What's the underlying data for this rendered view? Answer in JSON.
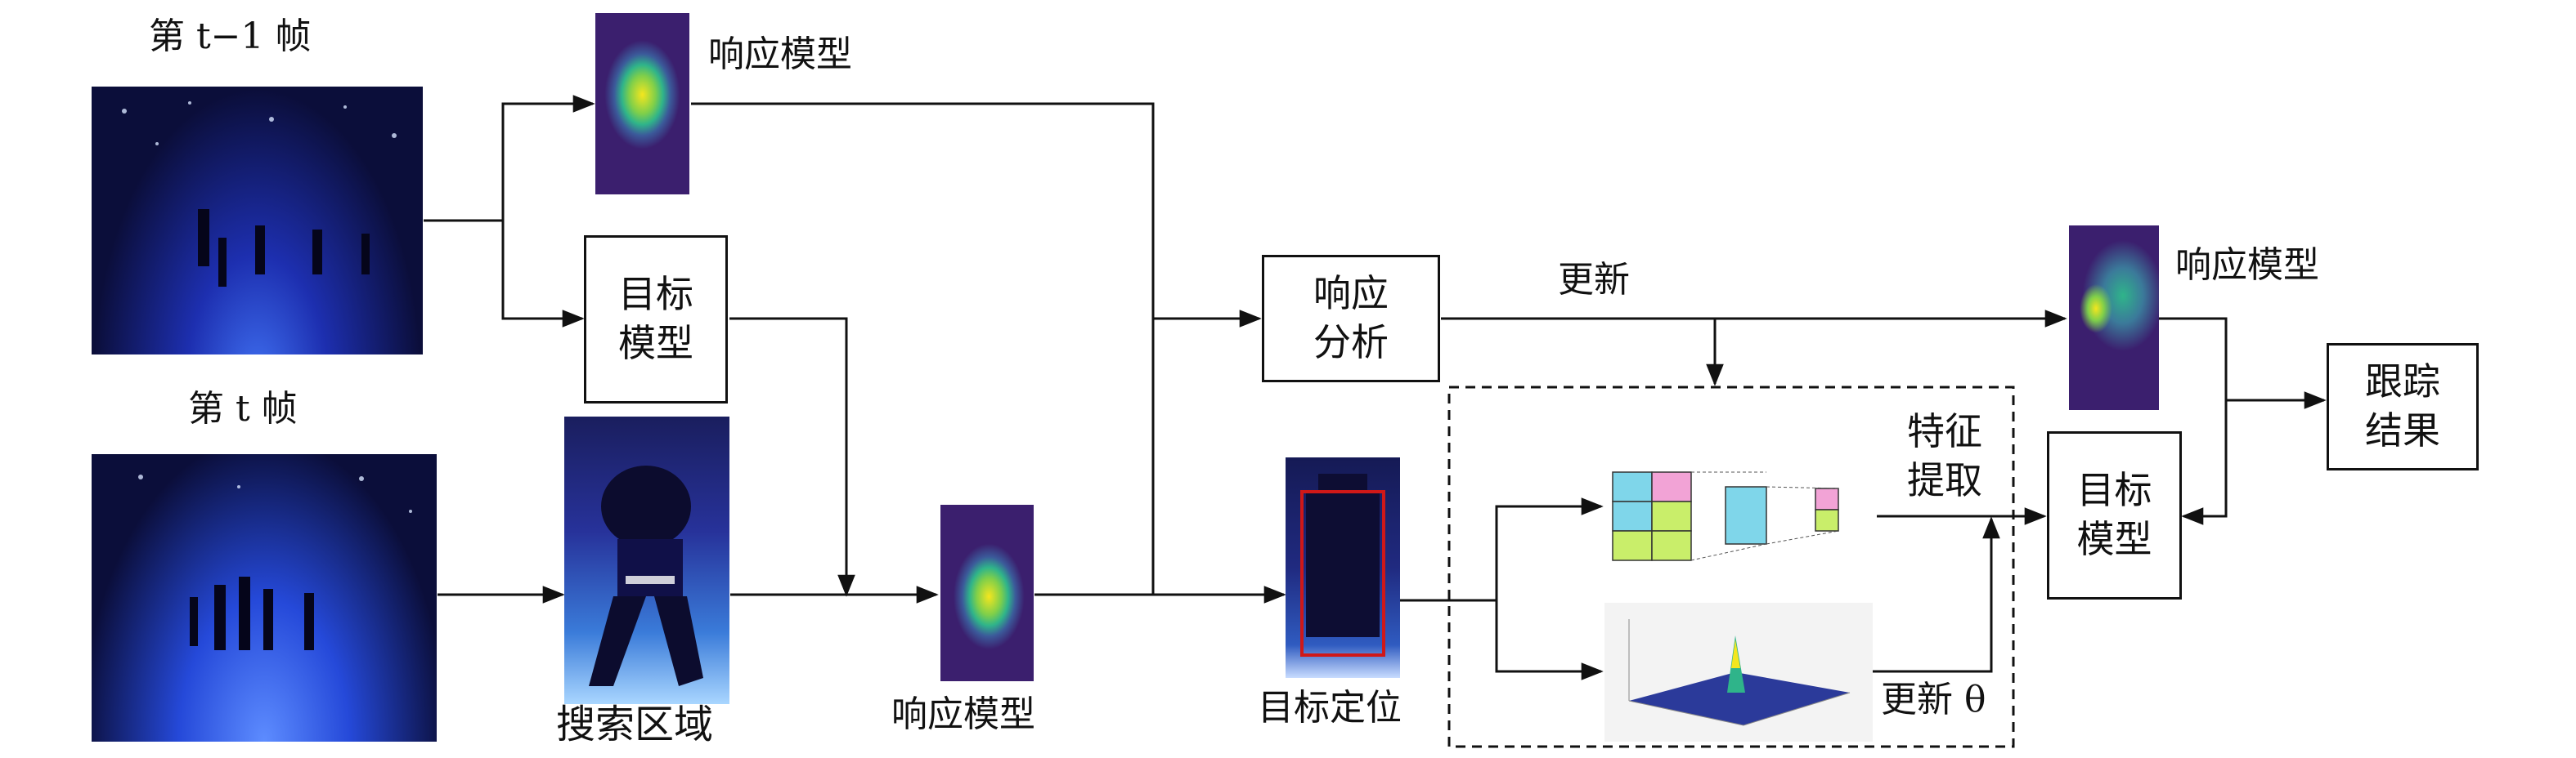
{
  "labels": {
    "frame_prev": "第 t−1 帧",
    "frame_cur": "第 t 帧",
    "response_model_top": "响应模型",
    "search_region": "搜索区域",
    "response_model_bottom": "响应模型",
    "target_localization": "目标定位",
    "update": "更新",
    "response_model_right": "响应模型",
    "update_theta": "更新 θ"
  },
  "boxes": {
    "target_model_left": [
      "目标",
      "模型"
    ],
    "response_analysis": [
      "响应",
      "分析"
    ],
    "feature_extraction": [
      "特征",
      "提取"
    ],
    "target_model_right": [
      "目标",
      "模型"
    ],
    "tracking_result": [
      "跟踪",
      "结果"
    ]
  },
  "colors": {
    "line": "#111111",
    "heatmap_low": "#3b1f6e",
    "heatmap_mid": "#2fb48a",
    "heatmap_high": "#f4e61e",
    "rink_dark": "#0b0e3a",
    "rink_blue": "#2b4fd6",
    "bbox_red": "#d01818"
  }
}
